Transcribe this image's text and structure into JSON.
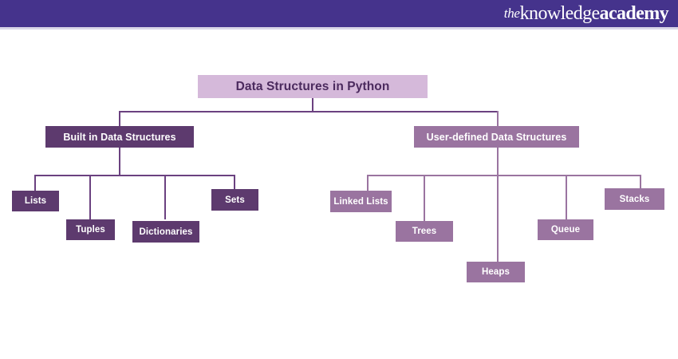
{
  "header": {
    "brand": {
      "prefix": "the",
      "word1": "knowledge",
      "word2": "academy"
    },
    "background_color": "#45338c"
  },
  "colors": {
    "banner": "#45338c",
    "root_box": "#d5b9da",
    "root_text": "#4b2a5e",
    "dark_box": "#5d3a6e",
    "mauve_box": "#9a74a0",
    "box_text": "#ffffff",
    "edge_dark": "#6b4180",
    "edge_mauve": "#9a74a0",
    "canvas": "#ffffff"
  },
  "diagram": {
    "type": "tree",
    "root": {
      "label": "Data Structures in Python"
    },
    "branches": [
      {
        "label": "Built in Data Structures",
        "style": "dark",
        "children": [
          {
            "label": "Lists"
          },
          {
            "label": "Tuples"
          },
          {
            "label": "Dictionaries"
          },
          {
            "label": "Sets"
          }
        ]
      },
      {
        "label": "User-defined Data Structures",
        "style": "mauve",
        "children": [
          {
            "label": "Linked Lists"
          },
          {
            "label": "Trees"
          },
          {
            "label": "Heaps"
          },
          {
            "label": "Queue"
          },
          {
            "label": "Stacks"
          }
        ]
      }
    ]
  }
}
